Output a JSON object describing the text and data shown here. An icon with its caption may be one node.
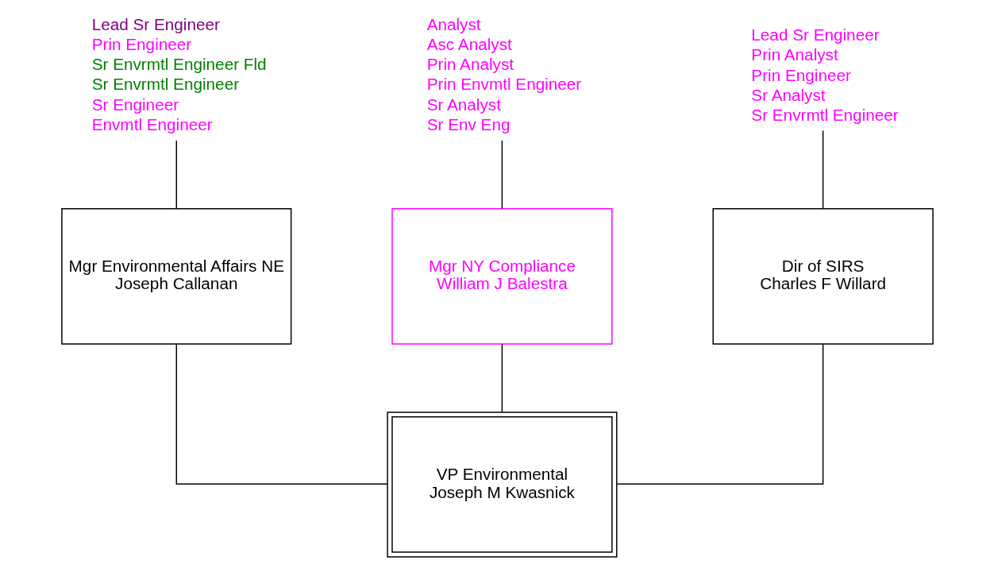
{
  "diagram": {
    "nodes": [
      {
        "text": [
          "VP Environmental",
          "Joseph M Kwasnick"
        ]
      },
      {
        "text": [
          "Mgr Environmental Affairs NE",
          "Joseph Callanan"
        ]
      },
      {
        "text": [
          "Mgr NY Compliance",
          "William J Balestra"
        ]
      },
      {
        "text": [
          "Dir of SIRS",
          "Charles F Willard"
        ]
      },
      {
        "text": [
          "Lead Sr Engineer",
          "Prin Engineer",
          "Sr Envrmtl Engineer Fld",
          "Sr Envrmtl Engineer",
          "Sr Engineer",
          "Envmtl Engineer"
        ]
      },
      {
        "text": [
          "Analyst",
          "Asc Analyst",
          "Prin Analyst",
          "Prin Envmtl Engineer",
          "Sr Analyst",
          "Sr Env Eng"
        ]
      },
      {
        "text": [
          "Lead Sr Engineer",
          "Prin Analyst",
          "Prin Engineer",
          "Sr Analyst",
          "Sr Envrmtl Engineer"
        ]
      }
    ],
    "edges": [
      {
        "from": 0,
        "to": 1,
        "arrow": "none"
      },
      {
        "from": 0,
        "to": 2,
        "arrow": "none"
      },
      {
        "from": 0,
        "to": 3,
        "arrow": "none"
      },
      {
        "from": 1,
        "to": 4,
        "arrow": "none"
      },
      {
        "from": 2,
        "to": 5,
        "arrow": "none"
      },
      {
        "from": 3,
        "to": 6,
        "arrow": "none"
      }
    ]
  }
}
